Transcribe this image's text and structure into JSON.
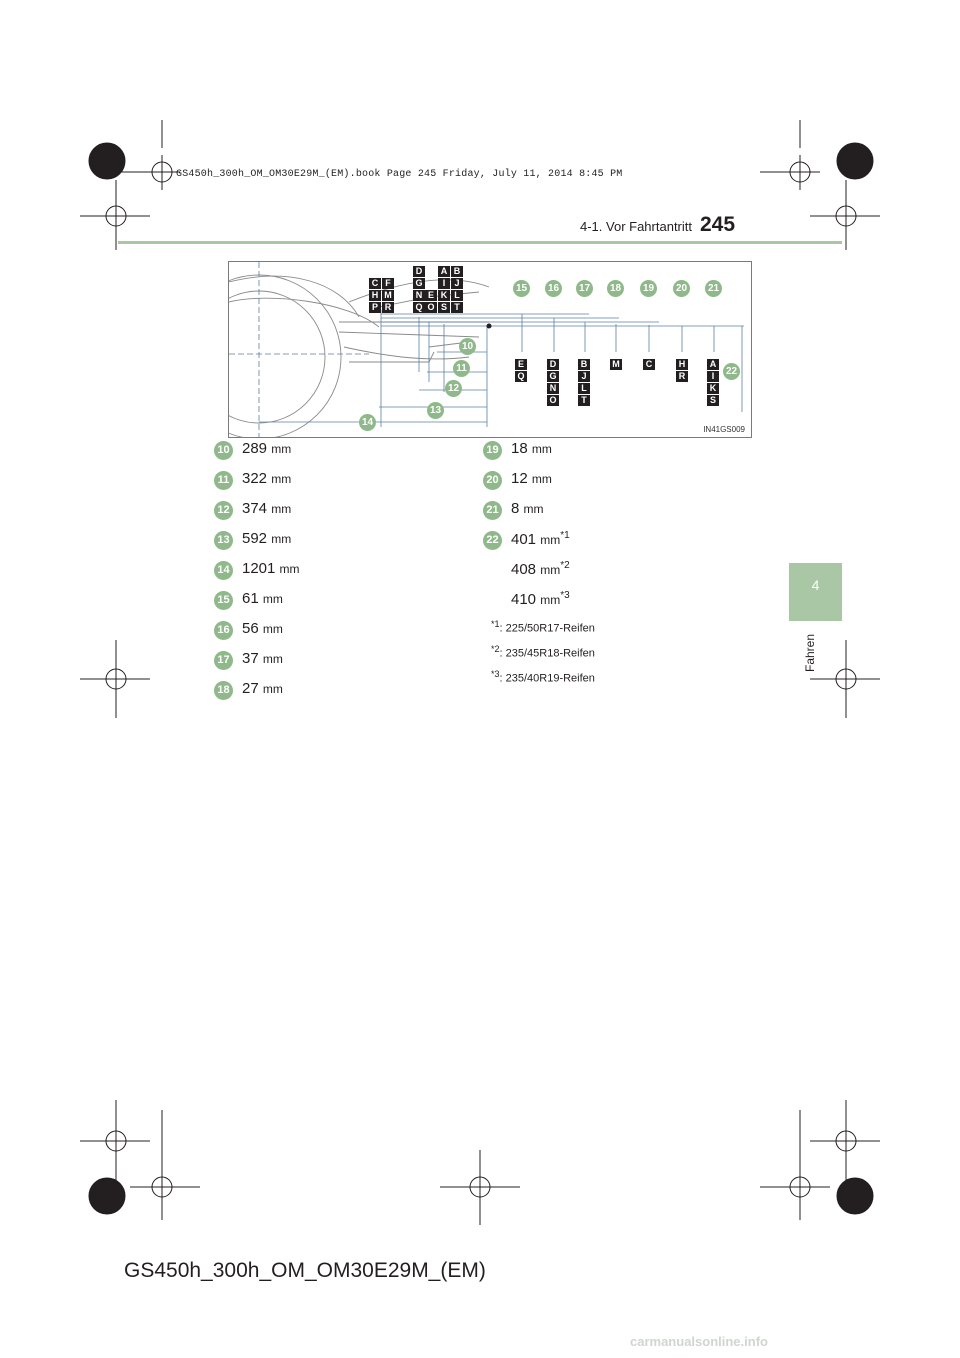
{
  "print_info": "GS450h_300h_OM_OM30E29M_(EM).book  Page 245  Friday, July 11, 2014  8:45 PM",
  "header": {
    "section_title": "4-1. Vor Fahrtantritt",
    "page_number": "245"
  },
  "chapter_tab": {
    "number": "4",
    "label": "Fahren"
  },
  "figure": {
    "code": "IN41GS009",
    "callouts": [
      "10",
      "11",
      "12",
      "13",
      "14",
      "15",
      "16",
      "17",
      "18",
      "19",
      "20",
      "21",
      "22"
    ],
    "top_labels": [
      "C",
      "F",
      "H",
      "M",
      "P",
      "R",
      "D",
      "G",
      "N",
      "E",
      "Q",
      "O",
      "A",
      "B",
      "I",
      "J",
      "K",
      "L",
      "S",
      "T"
    ],
    "bottom_labels": [
      "E",
      "Q",
      "D",
      "G",
      "N",
      "O",
      "B",
      "J",
      "L",
      "T",
      "M",
      "C",
      "H",
      "R",
      "A",
      "I",
      "K",
      "S"
    ]
  },
  "measurements_left": [
    {
      "num": "10",
      "value": "289",
      "unit": "mm"
    },
    {
      "num": "11",
      "value": "322",
      "unit": "mm"
    },
    {
      "num": "12",
      "value": "374",
      "unit": "mm"
    },
    {
      "num": "13",
      "value": "592",
      "unit": "mm"
    },
    {
      "num": "14",
      "value": "1201",
      "unit": "mm"
    },
    {
      "num": "15",
      "value": "61",
      "unit": "mm"
    },
    {
      "num": "16",
      "value": "56",
      "unit": "mm"
    },
    {
      "num": "17",
      "value": "37",
      "unit": "mm"
    },
    {
      "num": "18",
      "value": "27",
      "unit": "mm"
    }
  ],
  "measurements_right": [
    {
      "num": "19",
      "value": "18",
      "unit": "mm"
    },
    {
      "num": "20",
      "value": "12",
      "unit": "mm"
    },
    {
      "num": "21",
      "value": "8",
      "unit": "mm"
    },
    {
      "num": "22",
      "value": "401",
      "unit": "mm",
      "note": "*1"
    }
  ],
  "measurement_22_variants": [
    {
      "value": "408",
      "unit": "mm",
      "note": "*2"
    },
    {
      "value": "410",
      "unit": "mm",
      "note": "*3"
    }
  ],
  "footnotes": [
    {
      "mark": "*1",
      "text": ": 225/50R17-Reifen"
    },
    {
      "mark": "*2",
      "text": ": 235/45R18-Reifen"
    },
    {
      "mark": "*3",
      "text": ": 235/40R19-Reifen"
    }
  ],
  "footer": "GS450h_300h_OM_OM30E29M_(EM)",
  "watermark": "carmanualsonline.info"
}
